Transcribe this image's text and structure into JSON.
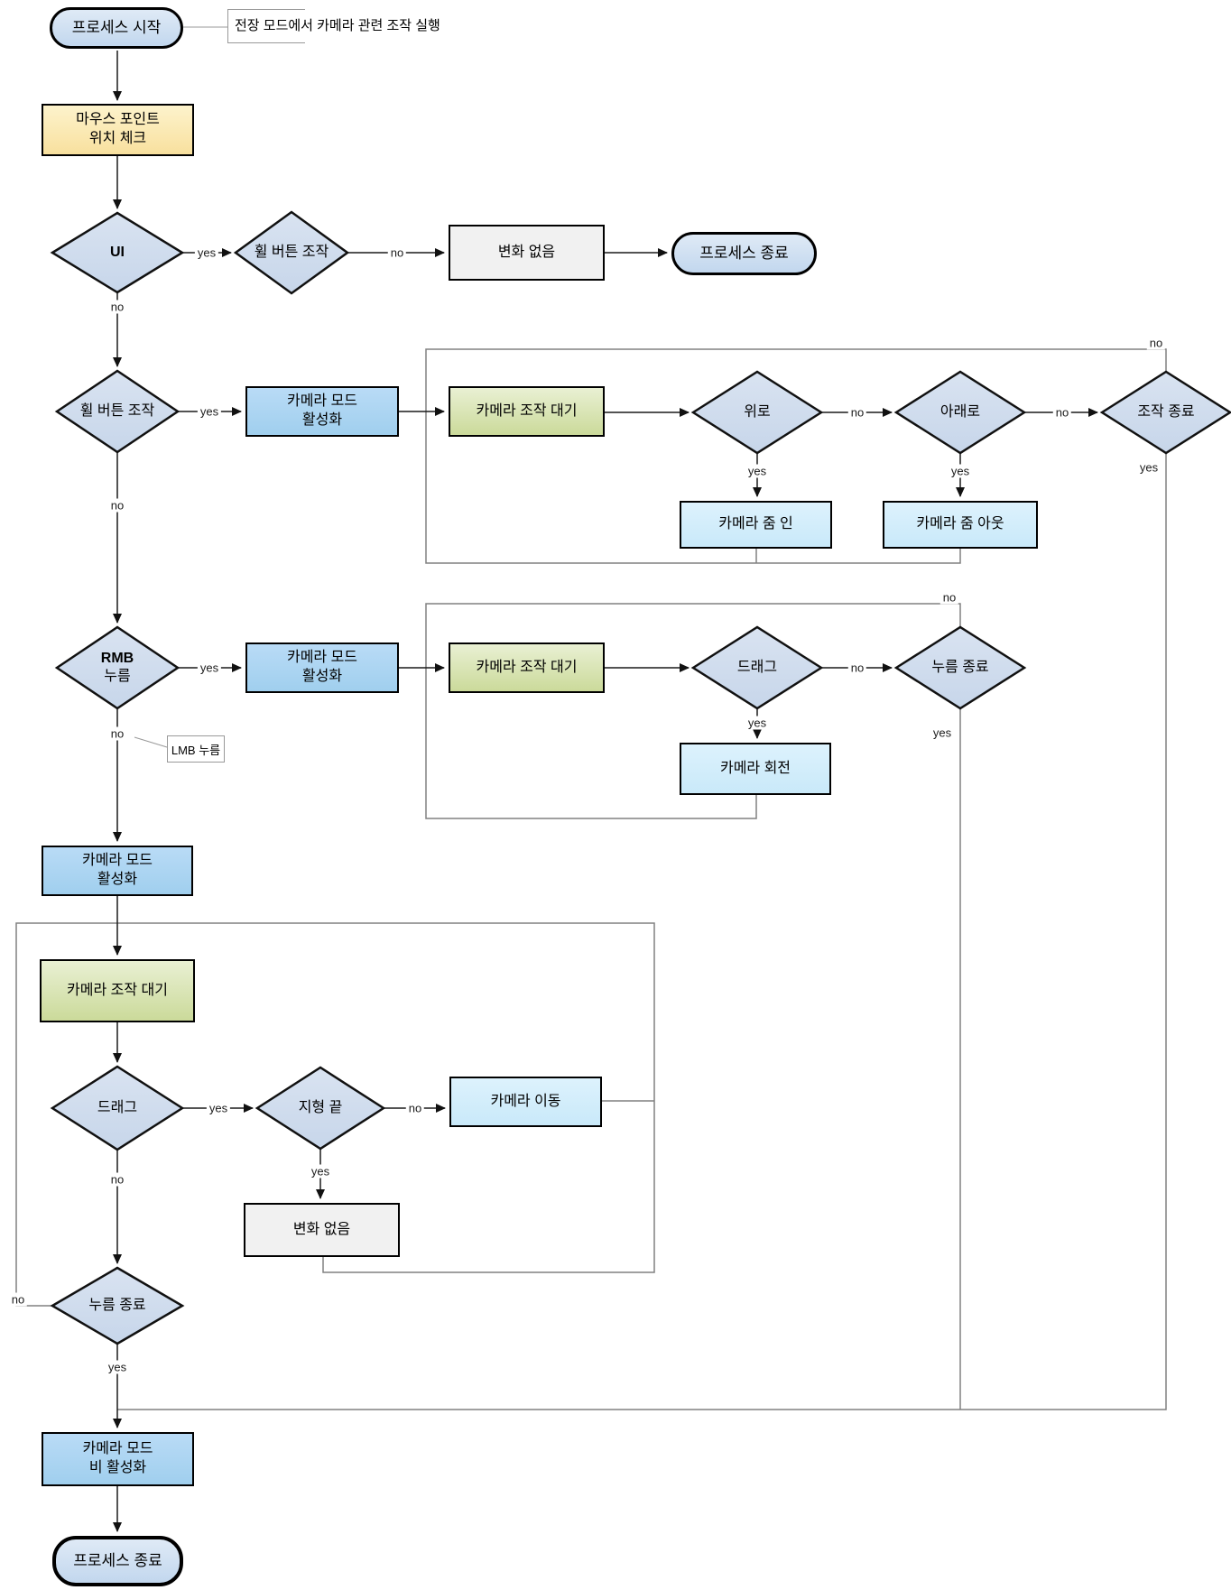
{
  "diagram": {
    "nodes": {
      "start": {
        "label": "프로세스 시작"
      },
      "mouse_check": {
        "label": "마우스 포인트\n위치 체크"
      },
      "ui": {
        "label": "UI"
      },
      "wheel_op_top": {
        "label": "휠 버튼\n조작"
      },
      "no_change_top": {
        "label": "변화 없음"
      },
      "process_end_top": {
        "label": "프로세스 종료"
      },
      "wheel_op": {
        "label": "휠 버튼\n조작"
      },
      "cam_mode_on_wheel": {
        "label": "카메라 모드\n활성화"
      },
      "cam_wait_wheel": {
        "label": "카메라 조작 대기"
      },
      "up": {
        "label": "위로"
      },
      "down": {
        "label": "아래로"
      },
      "op_end": {
        "label": "조작 종료"
      },
      "zoom_in": {
        "label": "카메라 줌 인"
      },
      "zoom_out": {
        "label": "카메라 줌 아웃"
      },
      "rmb": {
        "line1": "RMB",
        "line2": "누름"
      },
      "cam_mode_on_rmb": {
        "label": "카메라 모드\n활성화"
      },
      "cam_wait_rmb": {
        "label": "카메라 조작 대기"
      },
      "drag_rmb": {
        "label": "드래그"
      },
      "press_end_rmb": {
        "label": "누름 종료"
      },
      "cam_rotate": {
        "label": "카메라 회전"
      },
      "cam_mode_on_lmb": {
        "label": "카메라 모드\n활성화"
      },
      "cam_wait_lmb": {
        "label": "카메라 조작 대기"
      },
      "drag_lmb": {
        "label": "드래그"
      },
      "terrain_end": {
        "label": "지형 끝"
      },
      "cam_move": {
        "label": "카메라 이동"
      },
      "no_change_lmb": {
        "label": "변화 없음"
      },
      "press_end_lmb": {
        "label": "누름 종료"
      },
      "cam_mode_off": {
        "label": "카메라 모드\n비 활성화"
      },
      "process_end_bottom": {
        "label": "프로세스 종료"
      }
    },
    "annotations": {
      "start_note": "전장 모드에서 카메라 관련 조작 실행",
      "lmb_note": "LMB 누름"
    },
    "labels": {
      "yes": "yes",
      "no": "no"
    },
    "colors": {
      "terminal_fill": "#cfe0f2",
      "check_fill": "#fbecb9",
      "decision_fill": "#d2deee",
      "mode_fill": "#abd3f1",
      "wait_fill": "#d8e4b5",
      "action_fill": "#d5edfb",
      "neutral_fill": "#f1f1f1",
      "loop_line": "#808080",
      "arrow_line": "#1a1a1a"
    }
  }
}
